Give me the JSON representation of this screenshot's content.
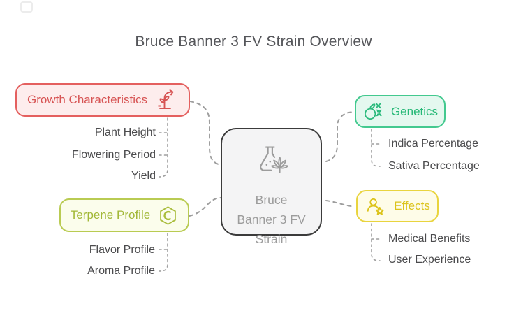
{
  "title": "Bruce Banner 3 FV Strain Overview",
  "center_node": {
    "label": "Bruce Banner 3 FV Strain",
    "lines": [
      "Bruce",
      "Banner 3 FV",
      "Strain"
    ],
    "icon": "flask-cannabis-icon",
    "colors": {
      "border": "#3b3b3b",
      "background": "#f4f4f5",
      "text": "#9c9c9c"
    }
  },
  "branches": [
    {
      "label": "Growth Characteristics",
      "icon": "plant-growth-icon",
      "side": "left",
      "colors": {
        "border": "#e4605f",
        "background": "#fdeded",
        "text": "#d75454"
      },
      "children": [
        "Plant Height",
        "Flowering Period",
        "Yield"
      ]
    },
    {
      "label": "Terpene Profile",
      "icon": "terpene-hexagon-icon",
      "side": "left",
      "colors": {
        "border": "#b9cb52",
        "background": "#fbfdec",
        "text": "#a2b837"
      },
      "children": [
        "Flavor Profile",
        "Aroma Profile"
      ]
    },
    {
      "label": "Genetics",
      "icon": "dna-fruit-icon",
      "side": "right",
      "colors": {
        "border": "#43c98f",
        "background": "#e4f8ef",
        "text": "#26b877"
      },
      "children": [
        "Indica Percentage",
        "Sativa Percentage"
      ]
    },
    {
      "label": "Effects",
      "icon": "user-star-icon",
      "side": "right",
      "colors": {
        "border": "#e9d43e",
        "background": "#fefce8",
        "text": "#dcc31b"
      },
      "children": [
        "Medical Benefits",
        "User Experience"
      ]
    }
  ],
  "connector_color": "#9e9e9e",
  "child_text_color": "#4b4b4d",
  "title_color": "#55565a"
}
